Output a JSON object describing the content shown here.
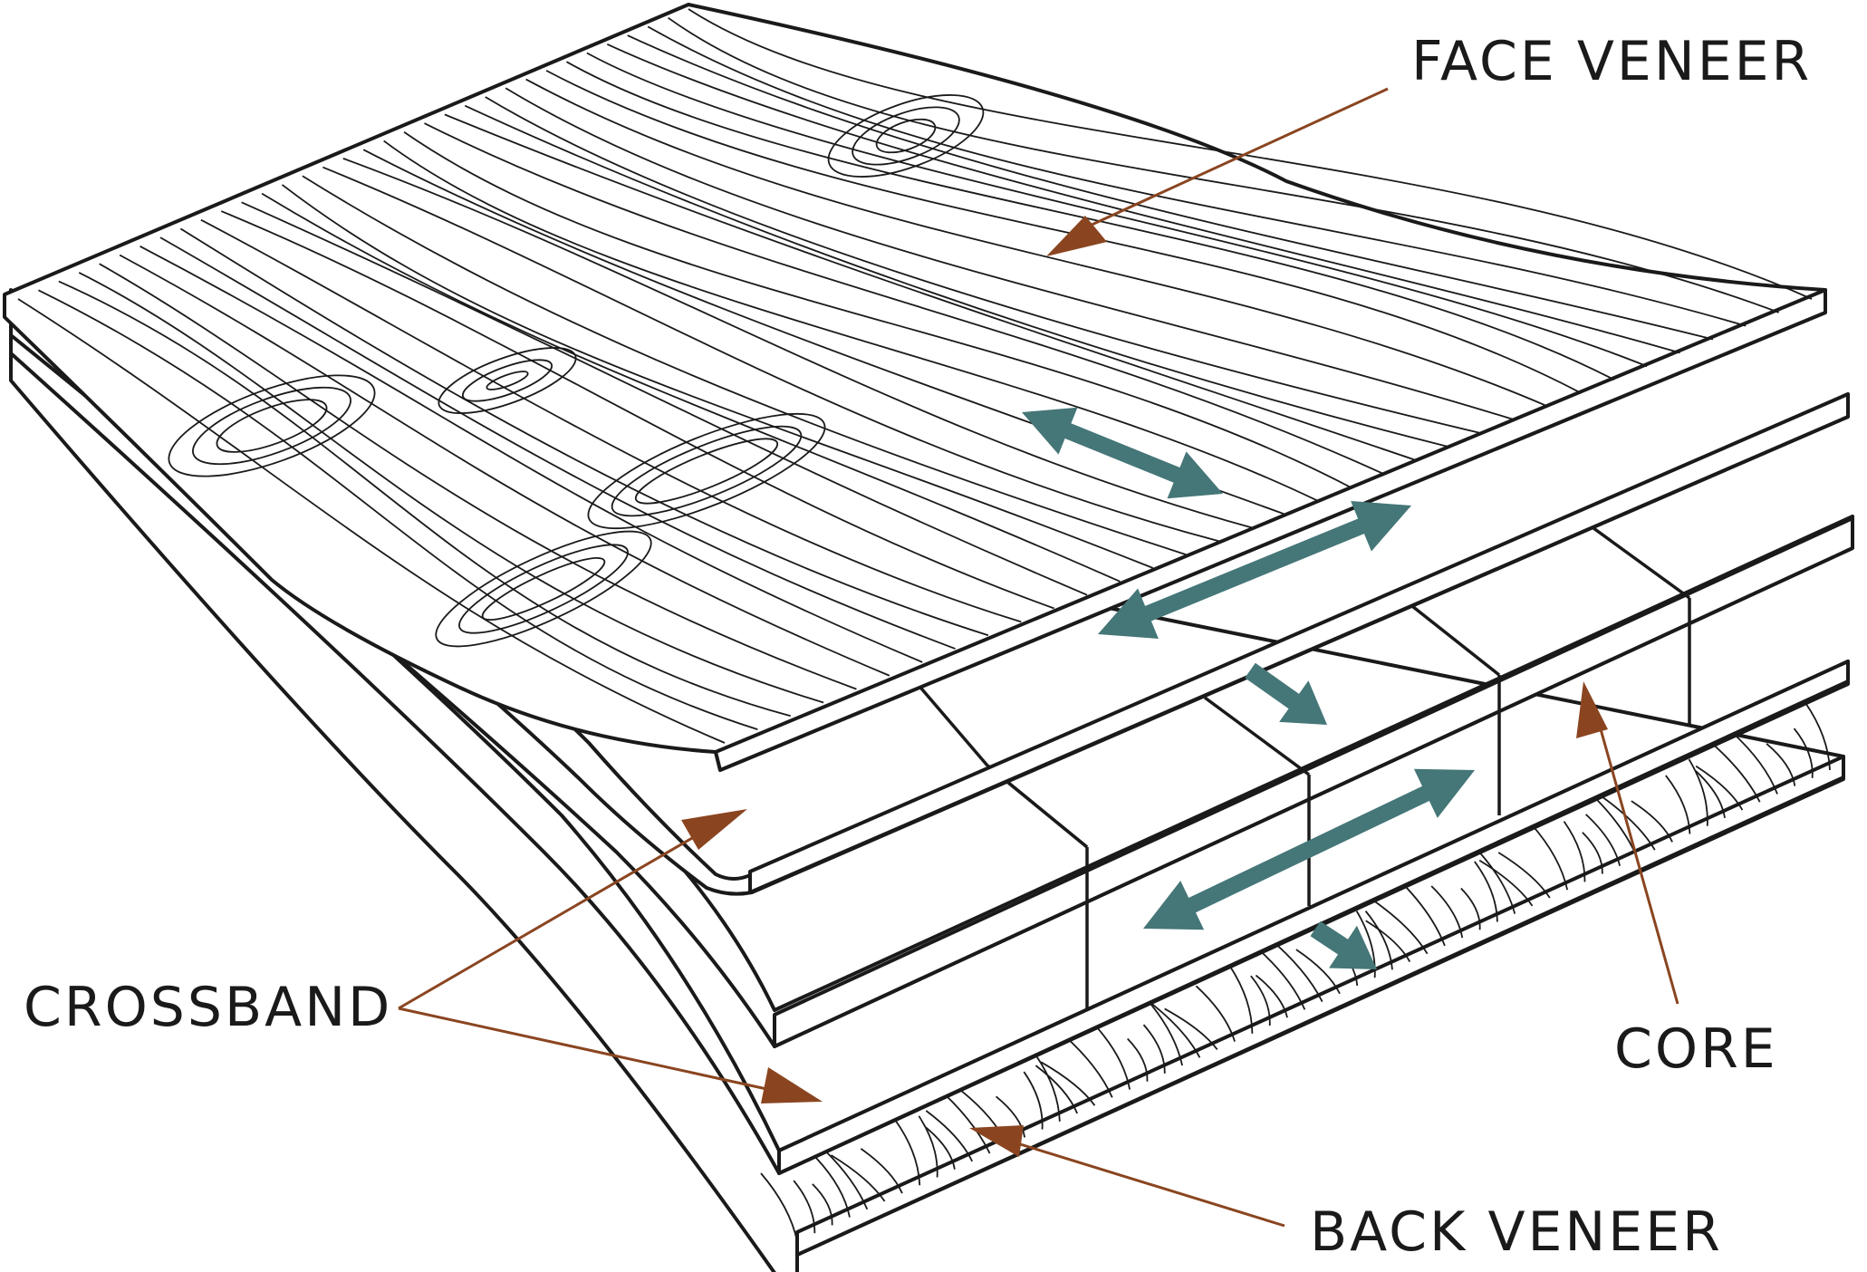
{
  "diagram": {
    "labels": {
      "face_veneer": "FACE VENEER",
      "crossband": "CROSSBAND",
      "core": "CORE",
      "back_veneer": "BACK VENEER"
    },
    "colors": {
      "callout": "#8a4520",
      "grain_arrow": "#457678",
      "ink": "#1a1a1a",
      "sheet_fill": "#ffffff"
    },
    "layers": [
      "face veneer",
      "crossband",
      "core",
      "crossband",
      "back veneer"
    ],
    "icons": [
      "double-headed-arrow-icon",
      "single-arrow-icon"
    ]
  }
}
